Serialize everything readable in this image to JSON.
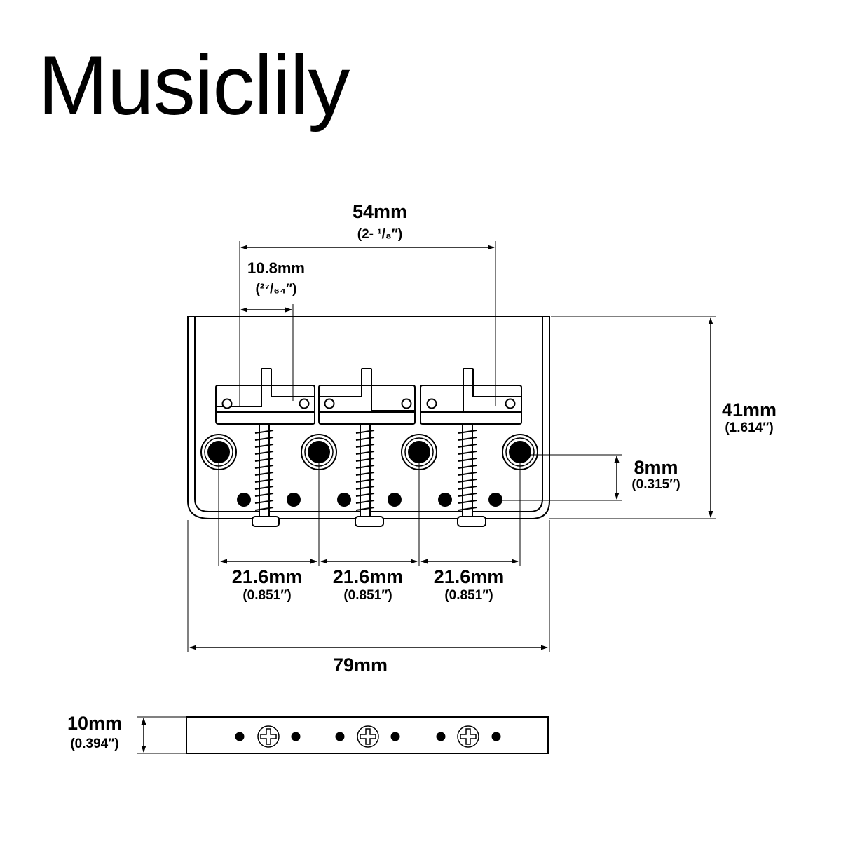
{
  "brand": "Musiclily",
  "colors": {
    "line": "#000000",
    "background": "#ffffff",
    "hole_fill": "#000000"
  },
  "dimensions": {
    "string_spacing_total": {
      "metric": "54mm",
      "imperial": "(2- ¹/₈″)"
    },
    "saddle_hole_spacing": {
      "metric": "10.8mm",
      "imperial": "(²⁷/₆₄″)"
    },
    "height": {
      "metric": "41mm",
      "imperial": "(1.614″)"
    },
    "hole_offset": {
      "metric": "8mm",
      "imperial": "(0.315″)"
    },
    "mount_spacing": [
      {
        "metric": "21.6mm",
        "imperial": "(0.851″)"
      },
      {
        "metric": "21.6mm",
        "imperial": "(0.851″)"
      },
      {
        "metric": "21.6mm",
        "imperial": "(0.851″)"
      }
    ],
    "width": {
      "metric": "79mm"
    },
    "thickness": {
      "metric": "10mm",
      "imperial": "(0.394″)"
    }
  }
}
